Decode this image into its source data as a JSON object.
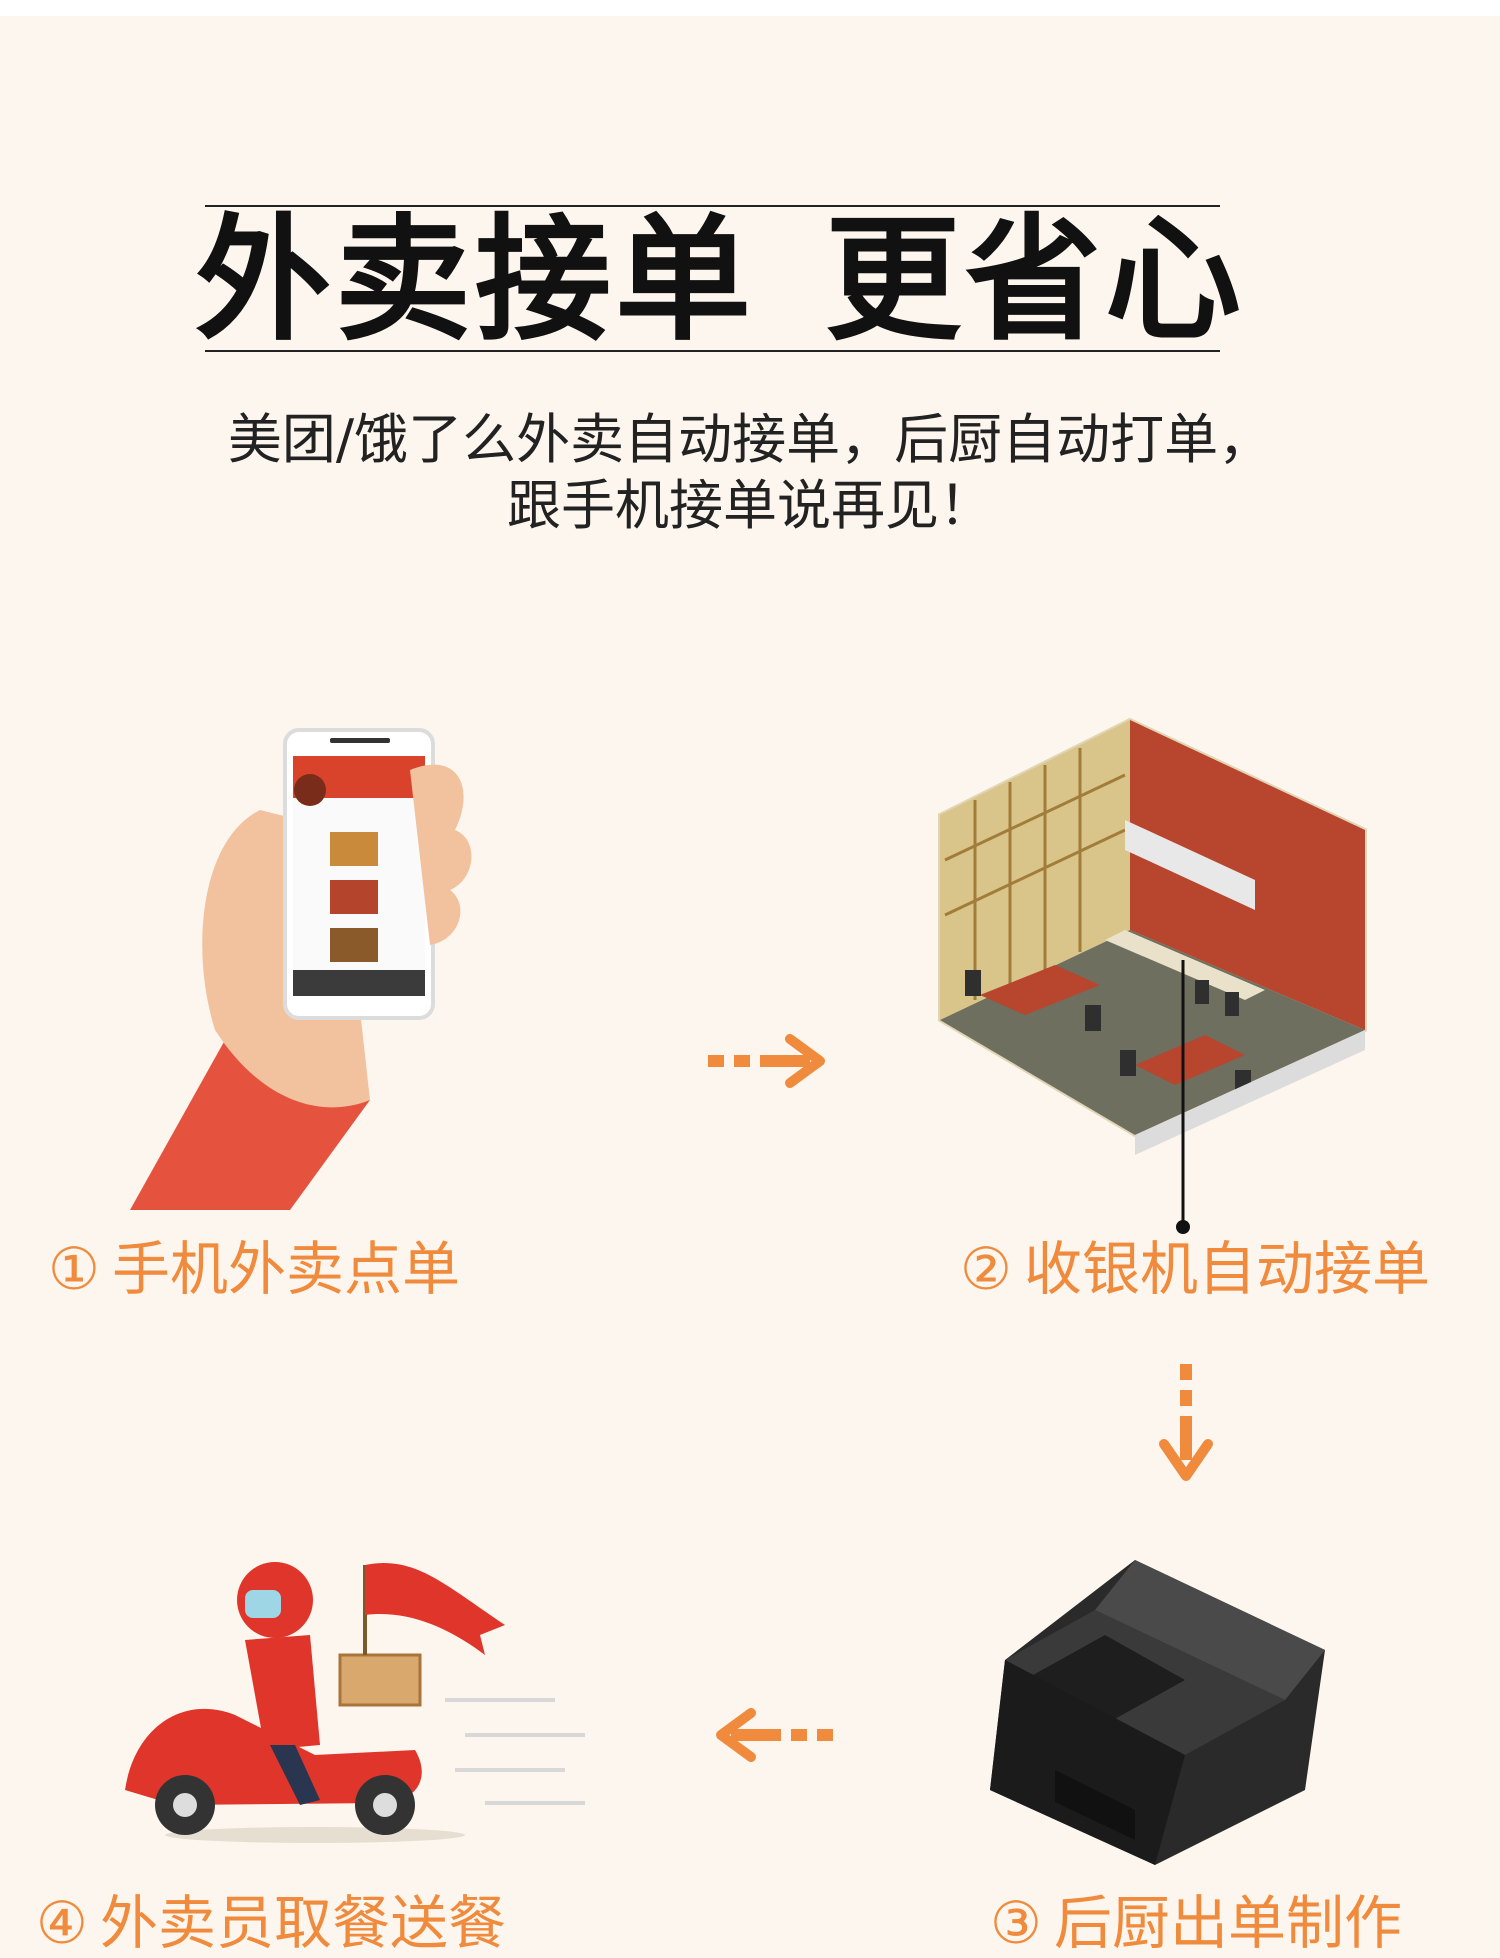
{
  "hero": {
    "title_left": "外卖接单",
    "title_right": "更省心",
    "subtitle_line1": "美团/饿了么外卖自动接单，后厨自动打单，",
    "subtitle_line2": "跟手机接单说再见！"
  },
  "steps": [
    {
      "num": "①",
      "label": "手机外卖点单"
    },
    {
      "num": "②",
      "label": "收银机自动接单"
    },
    {
      "num": "③",
      "label": "后厨出单制作"
    },
    {
      "num": "④",
      "label": "外卖员取餐送餐"
    }
  ],
  "icons": {
    "step1": "phone-in-hand-icon",
    "step2": "restaurant-room-icon",
    "step3": "receipt-printer-icon",
    "step4": "delivery-scooter-icon",
    "arrows": [
      "arrow-right-icon",
      "arrow-down-icon",
      "arrow-left-icon"
    ]
  },
  "colors": {
    "background": "#fdf6ee",
    "accent": "#f08a3c",
    "headline": "#111111"
  }
}
